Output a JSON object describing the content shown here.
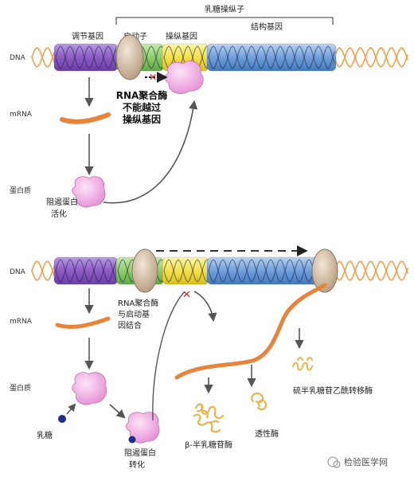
{
  "header": {
    "operon": "乳糖操纵子",
    "regulator": "调节基因",
    "promoter": "启动子",
    "operator": "操纵基因",
    "structural": "结构基因"
  },
  "top": {
    "dna": "DNA",
    "mrna": "mRNA",
    "protein": "蛋白质",
    "polymerase_note": [
      "RNA聚合酶",
      "不能越过",
      "操纵基因"
    ],
    "repressor": [
      "阻遏蛋白",
      "活化"
    ]
  },
  "bottom": {
    "dna": "DNA",
    "mrna": "mRNA",
    "protein": "蛋白质",
    "lactose": "乳糖",
    "polymerase_note": [
      "RNA聚合酶",
      "与启动基",
      "因结合"
    ],
    "repressor": [
      "阻遏蛋白",
      "转化"
    ],
    "enzyme_1": "β-半乳糖苷酶",
    "enzyme_2": "透性酶",
    "enzyme_3": "硫半乳糖苷乙酰转移酶"
  },
  "watermark": "检验医学网",
  "colors": {
    "regulator": "#8c5cc4",
    "promoter": "#8dcf6c",
    "operator": "#f4e24a",
    "structural": "#6fa0dc",
    "protein": "#f1aee6",
    "mrna": "#e8833a",
    "dna": "#f1a14c"
  }
}
